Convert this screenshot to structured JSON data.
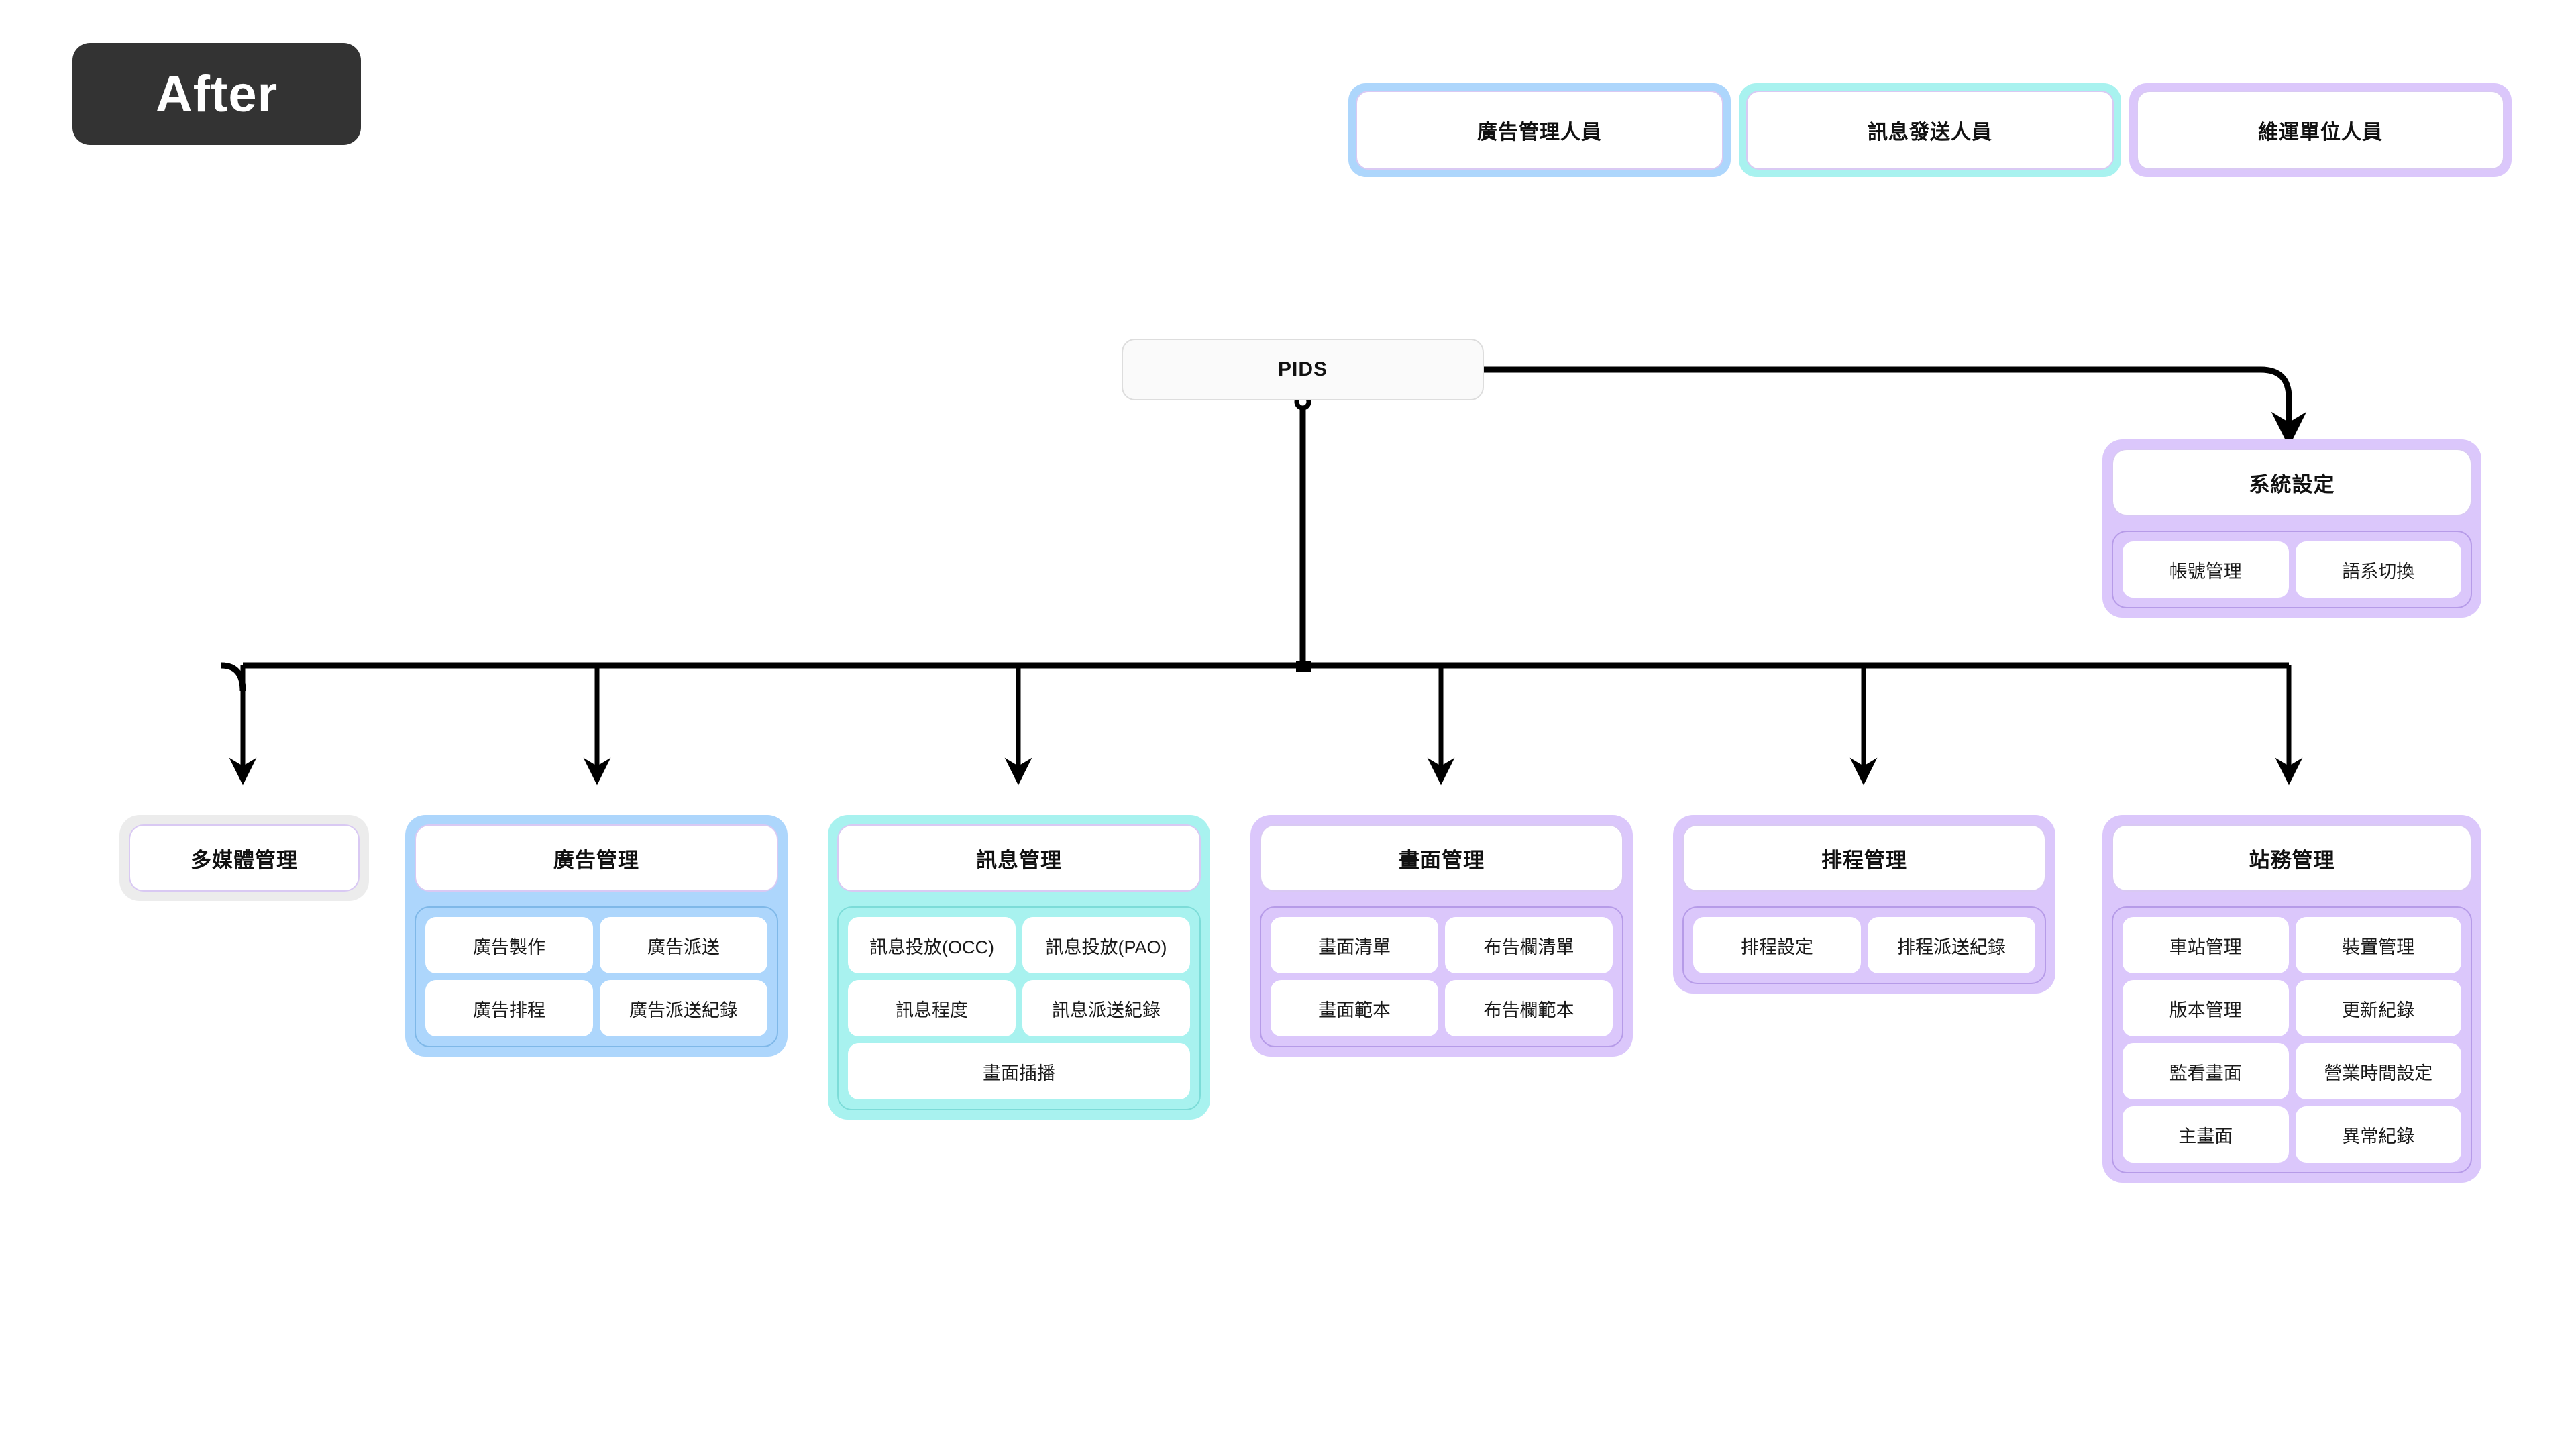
{
  "badge": {
    "label": "After"
  },
  "legend": {
    "items": [
      {
        "label": "廣告管理人員",
        "color": "#ADD6FC",
        "tone": "blue"
      },
      {
        "label": "訊息發送人員",
        "color": "#A8F2EF",
        "tone": "cyan"
      },
      {
        "label": "維運單位人員",
        "color": "#DBC7FB",
        "tone": "purple"
      }
    ]
  },
  "root": {
    "label": "PIDS"
  },
  "branches": {
    "system": {
      "label": "系統設定",
      "tone": "purple",
      "children": [
        "帳號管理",
        "語系切換"
      ]
    },
    "main": [
      {
        "label": "多媒體管理",
        "tone": "gray",
        "children": []
      },
      {
        "label": "廣告管理",
        "tone": "blue",
        "children": [
          "廣告製作",
          "廣告派送",
          "廣告排程",
          "廣告派送紀錄"
        ]
      },
      {
        "label": "訊息管理",
        "tone": "cyan",
        "children": [
          "訊息投放(OCC)",
          "訊息投放(PAO)",
          "訊息程度",
          "訊息派送紀錄",
          "畫面插播"
        ]
      },
      {
        "label": "畫面管理",
        "tone": "purple",
        "children": [
          "畫面清單",
          "布告欄清單",
          "畫面範本",
          "布告欄範本"
        ]
      },
      {
        "label": "排程管理",
        "tone": "purple",
        "children": [
          "排程設定",
          "排程派送紀錄"
        ]
      },
      {
        "label": "站務管理",
        "tone": "purple",
        "children": [
          "車站管理",
          "裝置管理",
          "版本管理",
          "更新紀錄",
          "監看畫面",
          "營業時間設定",
          "主畫面",
          "異常紀錄"
        ]
      }
    ]
  },
  "colors": {
    "blue": "#ADD6FC",
    "cyan": "#A8F2EF",
    "purple": "#DBC7FB",
    "gray": "#ECECEC",
    "badge_bg": "#333333",
    "wire": "#000000"
  }
}
